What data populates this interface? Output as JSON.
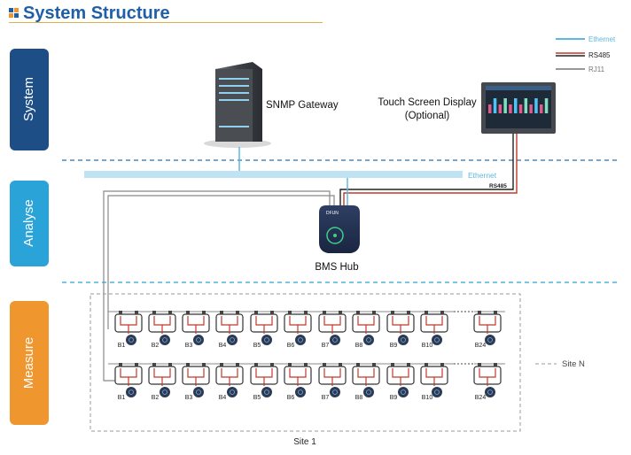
{
  "title": "System Structure",
  "layers": [
    {
      "label": "System",
      "color": "#1d4f86"
    },
    {
      "label": "Analyse",
      "color": "#2aa3d9"
    },
    {
      "label": "Measure",
      "color": "#f0962e"
    }
  ],
  "legend": [
    {
      "label": "Ethernet",
      "type": "ethernet"
    },
    {
      "label": "RS485",
      "type": "rs485"
    },
    {
      "label": "RJ11",
      "type": "rj11"
    }
  ],
  "devices": {
    "snmp_gateway": "SNMP Gateway",
    "touch_screen_line1": "Touch Screen Display",
    "touch_screen_line2": "(Optional)",
    "bms_hub": "BMS Hub",
    "hub_brand": "DFUN"
  },
  "link_labels": {
    "ethernet": "Ethernet",
    "rs485": "RS485"
  },
  "site1_label": "Site 1",
  "siteN_label": "Site N",
  "battery_labels": [
    "B1",
    "B2",
    "B3",
    "B4",
    "B5",
    "B6",
    "B7",
    "B8",
    "B9",
    "B10",
    "B24"
  ],
  "colors": {
    "ethernet": "#5cb8e0",
    "rs485_red": "#c0392b",
    "rj11": "#777777",
    "divider": "#2b6fa8"
  }
}
